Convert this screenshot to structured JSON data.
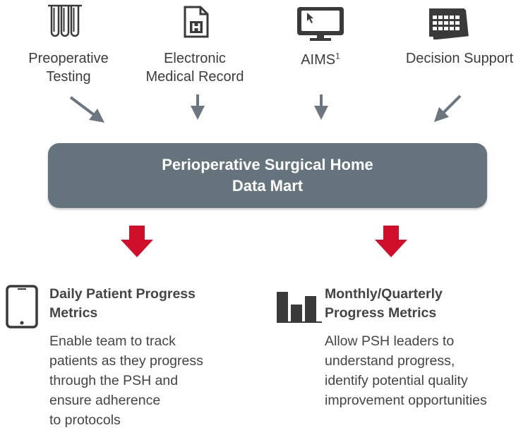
{
  "sources": [
    {
      "id": "preop",
      "label_line1": "Preoperative",
      "label_line2": "Testing",
      "icon": "test-tubes-icon"
    },
    {
      "id": "emr",
      "label_line1": "Electronic",
      "label_line2": "Medical Record",
      "icon": "hospital-document-icon"
    },
    {
      "id": "aims",
      "label": "AIMS",
      "sup": "1",
      "icon": "computer-monitor-icon"
    },
    {
      "id": "decision",
      "label": "Decision Support",
      "icon": "calendar-grid-icon"
    }
  ],
  "datamart": {
    "line1": "Perioperative Surgical Home",
    "line2": "Data Mart"
  },
  "outputs": [
    {
      "id": "daily",
      "icon": "tablet-icon",
      "title_line1": "Daily Patient Progress",
      "title_line2": "Metrics",
      "body": [
        "Enable team to track",
        "patients as they progress",
        "through the PSH and",
        "ensure adherence",
        "to protocols"
      ]
    },
    {
      "id": "monthly",
      "icon": "bar-chart-icon",
      "title_line1": "Monthly/Quarterly",
      "title_line2": "Progress Metrics",
      "body": [
        "Allow PSH leaders to",
        "understand progress,",
        "identify potential quality",
        "improvement opportunities"
      ]
    }
  ],
  "colors": {
    "box": "#65737d",
    "arrow_gray": "#6b7680",
    "arrow_red": "#d0102a",
    "icon": "#3a3a3a"
  }
}
